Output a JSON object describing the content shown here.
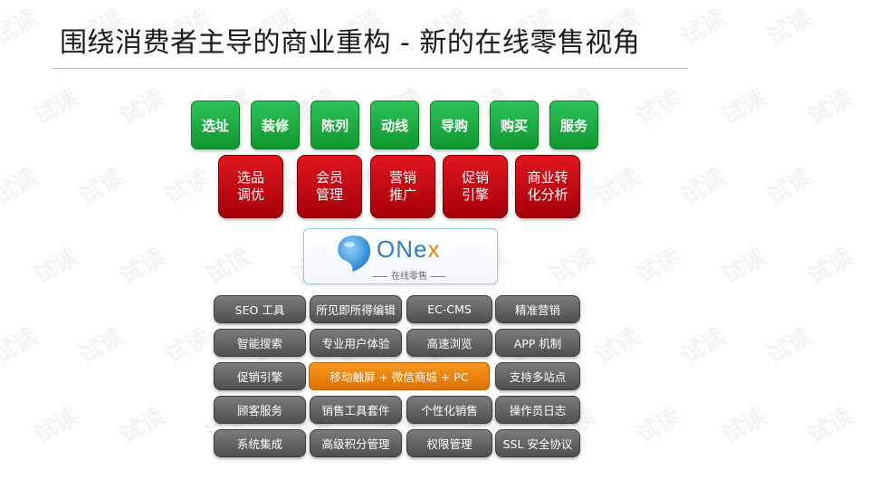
{
  "slide": {
    "title": "围绕消费者主导的商业重构 - 新的在线零售视角",
    "watermark": "试读"
  },
  "green_row": [
    "选址",
    "装修",
    "陈列",
    "动线",
    "导购",
    "购买",
    "服务"
  ],
  "red_row": [
    {
      "line1": "选品",
      "line2": "调优"
    },
    {
      "line1": "会员",
      "line2": "管理"
    },
    {
      "line1": "营销",
      "line2": "推广"
    },
    {
      "line1": "促销",
      "line2": "引擎"
    },
    {
      "line1": "商业转",
      "line2": "化分析"
    }
  ],
  "logo": {
    "brand_main": "ONe",
    "brand_x": "x",
    "tagline": "在线零售"
  },
  "feature_grid": {
    "col1": [
      "SEO 工具",
      "智能搜索",
      "促销引擎",
      "顾客服务",
      "系统集成"
    ],
    "col2": [
      "所见即所得编辑",
      "专业用户体验",
      "销售工具套件",
      "高级积分管理"
    ],
    "col3": [
      "EC-CMS",
      "高速浏览",
      "个性化销售",
      "权限管理"
    ],
    "col4": [
      "精准营销",
      "APP 机制",
      "支持多站点",
      "操作员日志",
      "SSL 安全协议"
    ],
    "highlight": "移动触屏 + 微信商城 +  PC"
  },
  "colors": {
    "green": "#1aab42",
    "red": "#c4000e",
    "gray": "#5f5f5f",
    "orange": "#ec8510",
    "logo_blue": "#2f7cc0",
    "logo_orange": "#e98500"
  }
}
